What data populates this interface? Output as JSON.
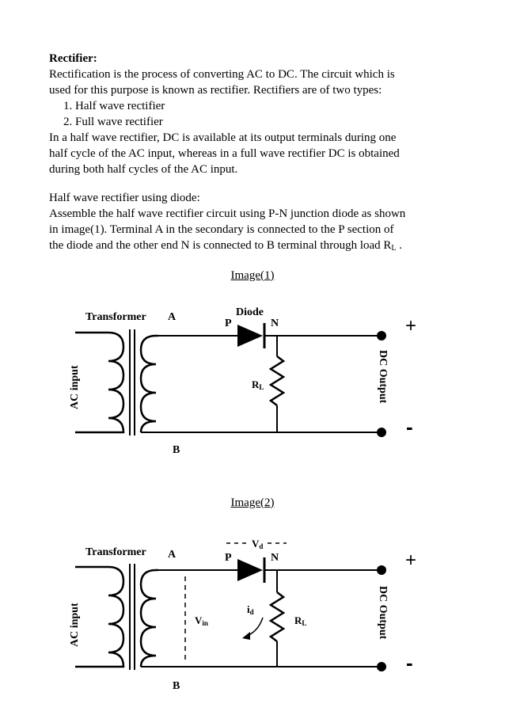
{
  "heading": "Rectifier:",
  "intro": [
    "Rectification is the process of converting AC to DC. The circuit which is",
    "used for this purpose is known as rectifier. Rectifiers are of two types:"
  ],
  "types": [
    "1.  Half wave rectifier",
    "2.  Full wave rectifier"
  ],
  "explain": [
    "In a half wave rectifier, DC is available at its output terminals during one",
    "half cycle of the AC input, whereas in a full wave rectifier DC is obtained",
    "during both half cycles of the AC input."
  ],
  "subheading": "Half wave rectifier using diode:",
  "assemble": [
    "Assemble the half wave rectifier circuit using P-N junction diode as shown",
    "in image(1). Terminal A in the secondary is connected to the P section of"
  ],
  "assemble_last": "the diode and the other end N is connected to B terminal through load R",
  "assemble_last_sub": "L",
  "assemble_last_end": " .",
  "figure1": {
    "caption": "Image(1)",
    "transformer": "Transformer",
    "a": "A",
    "b": "B",
    "diode": "Diode",
    "p": "P",
    "n": "N",
    "rl": "R",
    "rl_sub": "L",
    "ac_input": "AC input",
    "dc_output": "DC Output",
    "plus": "+",
    "minus": "-"
  },
  "figure2": {
    "caption": "Image(2)",
    "transformer": "Transformer",
    "a": "A",
    "b": "B",
    "p": "P",
    "n": "N",
    "vd": "V",
    "vd_sub": "d",
    "vin": "V",
    "vin_sub": "in",
    "id": "i",
    "id_sub": "d",
    "rl": "R",
    "rl_sub": "L",
    "ac_input": "AC input",
    "dc_output": "DC Output",
    "plus": "+",
    "minus": "-"
  }
}
